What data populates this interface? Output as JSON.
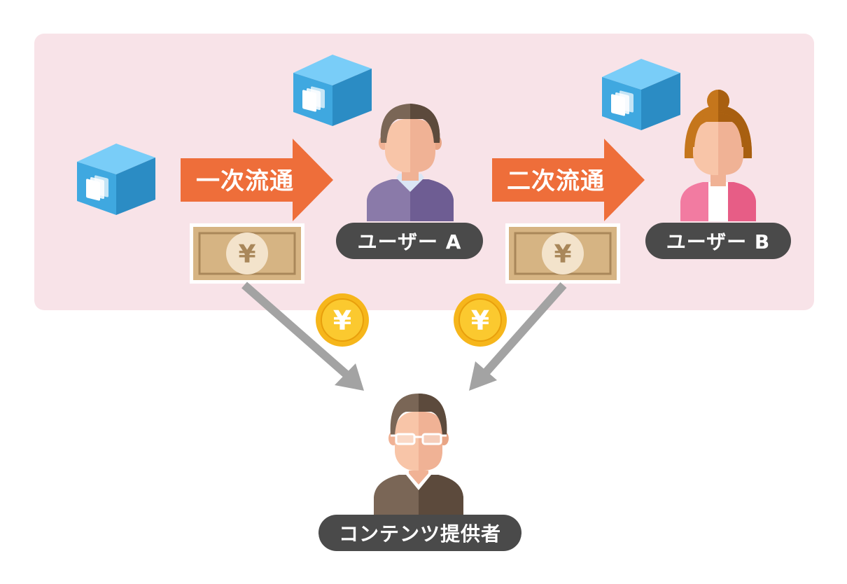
{
  "flows": [
    {
      "label": "一次流通"
    },
    {
      "label": "二次流通"
    }
  ],
  "users": [
    {
      "label": "ユーザー A"
    },
    {
      "label": "ユーザー B"
    }
  ],
  "provider": {
    "label": "コンテンツ提供者"
  },
  "currency_symbol": "¥",
  "colors": {
    "panel": "#f8e3e8",
    "flow_arrow": "#ee6e3a",
    "label_pill": "#4a4a4a",
    "payment_arrow": "#a3a3a3",
    "cube_top": "#79cdf8",
    "cube_left": "#3fa8e0",
    "cube_right": "#2b8cc4",
    "banknote": "#d6b483",
    "coin": "#f6b61b"
  }
}
